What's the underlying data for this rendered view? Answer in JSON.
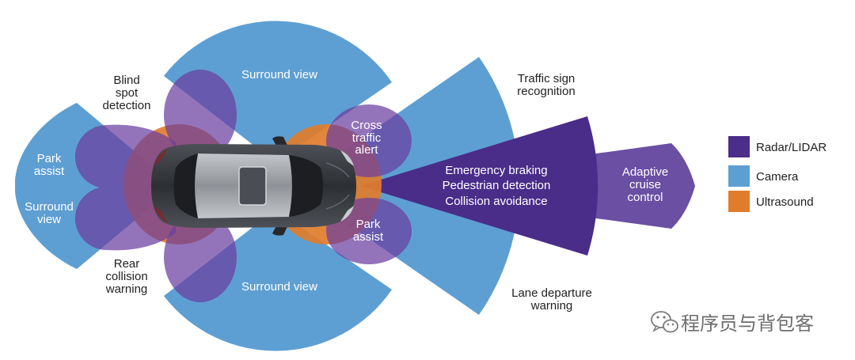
{
  "labels": {
    "blind_spot": [
      "Blind",
      "spot",
      "detection"
    ],
    "rear_park_assist": [
      "Park",
      "assist"
    ],
    "rear_surround_view": [
      "Surround",
      "view"
    ],
    "rear_collision": [
      "Rear",
      "collision",
      "warning"
    ],
    "top_surround_view": "Surround view",
    "bottom_surround_view": "Surround view",
    "cross_traffic": [
      "Cross",
      "traffic",
      "alert"
    ],
    "front_park_assist": [
      "Park",
      "assist"
    ],
    "forward_radar": [
      "Emergency braking",
      "Pedestrian detection",
      "Collision avoidance"
    ],
    "adaptive_cruise": [
      "Adaptive",
      "cruise",
      "control"
    ],
    "traffic_sign": [
      "Traffic sign",
      "recognition"
    ],
    "lane_departure": [
      "Lane departure",
      "warning"
    ]
  },
  "legend": [
    {
      "label": "Radar/LIDAR",
      "color": "#4b2d8a"
    },
    {
      "label": "Camera",
      "color": "#5e9fd3"
    },
    {
      "label": "Ultrasound",
      "color": "#e07d2c"
    }
  ],
  "watermark": {
    "icon": "wechat-icon",
    "text": "程序员与背包客"
  }
}
